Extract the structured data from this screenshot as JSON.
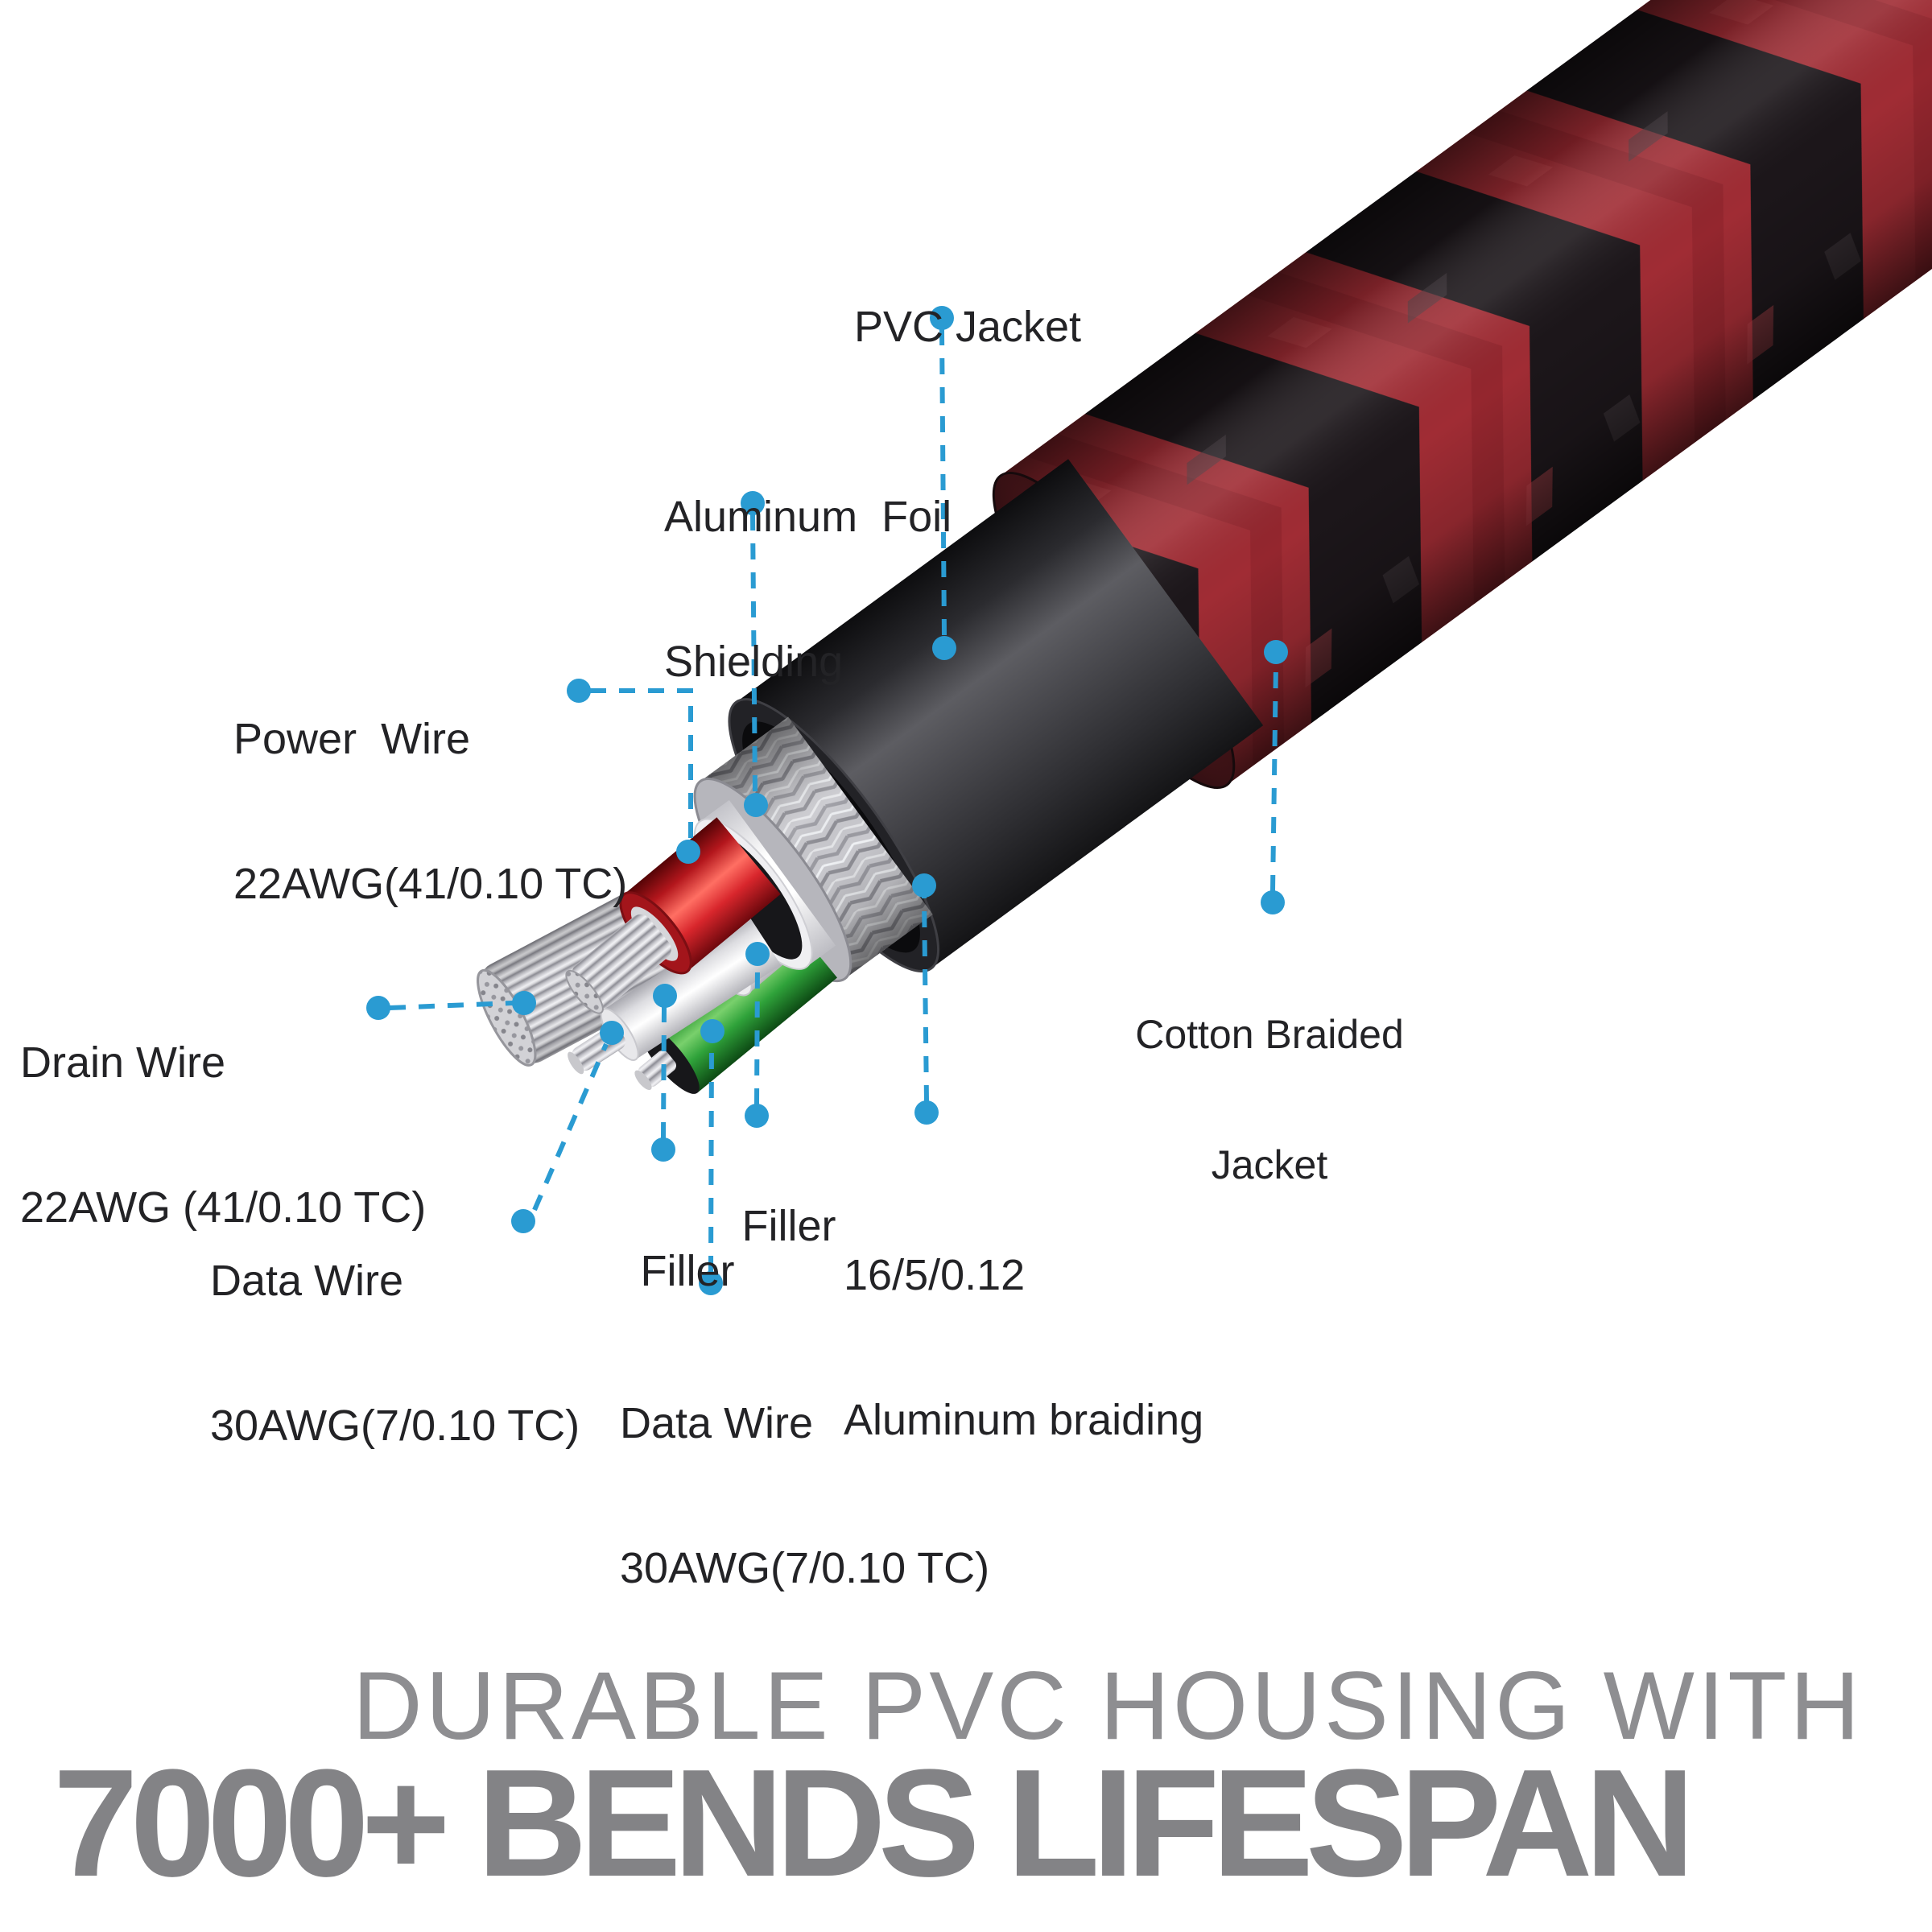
{
  "callouts": {
    "pvc_jacket": {
      "line1": "PVC Jacket"
    },
    "aluminum_foil": {
      "line1": "Aluminum  Foil",
      "line2": "Shielding"
    },
    "power_wire": {
      "line1": "Power  Wire",
      "line2": "22AWG(41/0.10 TC)"
    },
    "drain_wire": {
      "line1": "Drain Wire",
      "line2": "22AWG (41/0.10 TC)"
    },
    "data_wire_left": {
      "line1": "Data Wire",
      "line2": "30AWG(7/0.10 TC)"
    },
    "filler_left": {
      "line1": "Filler"
    },
    "filler_right": {
      "line1": "Filler"
    },
    "aluminum_braiding": {
      "line1": "16/5/0.12",
      "line2": "Aluminum braiding"
    },
    "cotton_braided_jacket": {
      "line1": "Cotton Braided",
      "line2": "Jacket"
    },
    "data_wire_bottom": {
      "line1": "Data Wire",
      "line2": "30AWG(7/0.10 TC)"
    }
  },
  "headline": {
    "line1": "DURABLE PVC HOUSING WITH",
    "line2": "7000+ BENDS LIFESPAN"
  },
  "colors": {
    "accent_blue": "#2a9bd2",
    "label_text": "#232326",
    "headline_gray": "#8a8a8d",
    "braid_red": "#a02c34",
    "braid_black": "#1c161a",
    "pvc_black": "#3c3c40",
    "aluminum_silver": "#c9c9ce",
    "power_wire_red": "#d8262c",
    "data_wire_green": "#2fa23a",
    "wire_white": "#f4f4f6"
  }
}
